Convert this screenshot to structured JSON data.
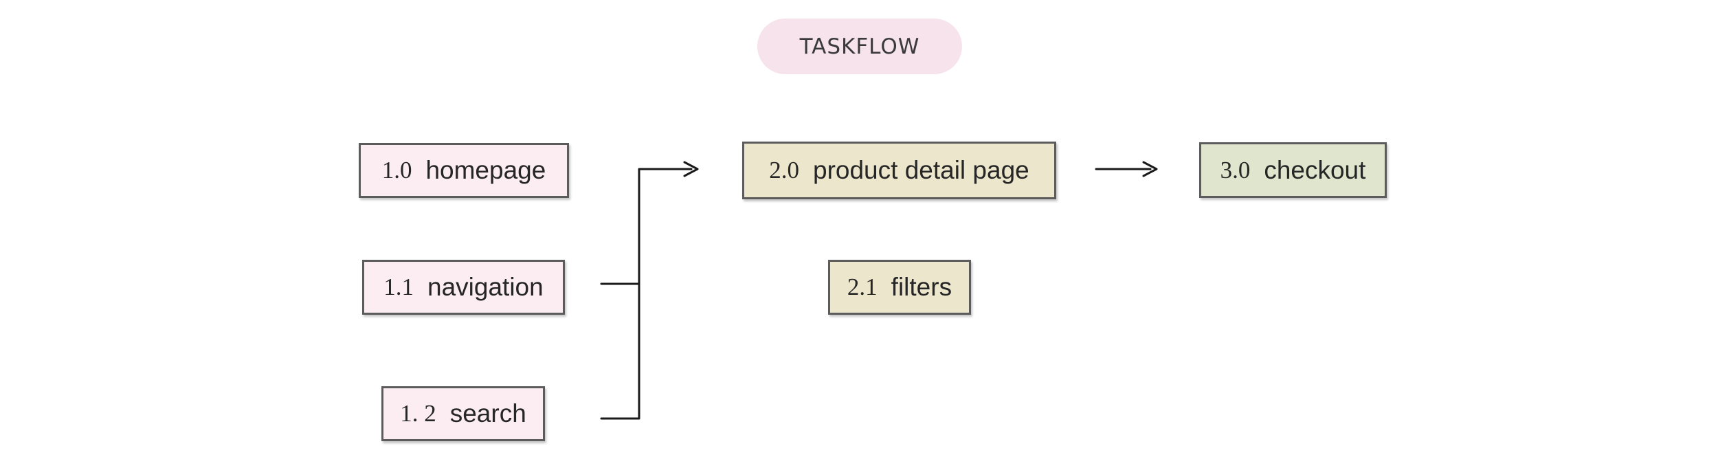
{
  "title": {
    "label": "TASKFLOW"
  },
  "diagram": {
    "nodes": [
      {
        "id": "homepage",
        "number": "1.0",
        "label": "homepage",
        "group": "pink"
      },
      {
        "id": "navigation",
        "number": "1.1",
        "label": "navigation",
        "group": "pink"
      },
      {
        "id": "search",
        "number": "1. 2",
        "label": "search",
        "group": "pink"
      },
      {
        "id": "product-detail-page",
        "number": "2.0",
        "label": "product detail page",
        "group": "tan"
      },
      {
        "id": "filters",
        "number": "2.1",
        "label": "filters",
        "group": "tan"
      },
      {
        "id": "checkout",
        "number": "3.0",
        "label": "checkout",
        "group": "green"
      }
    ],
    "connections": [
      {
        "from": "navigation",
        "to": "product detail page",
        "type": "arrow"
      },
      {
        "from": "search",
        "to": "product detail page",
        "type": "arrow"
      },
      {
        "from": "product detail page",
        "to": "checkout",
        "type": "arrow"
      }
    ]
  },
  "colors": {
    "pill-fill": "#f7e3ec",
    "pink-fill": "#fcedf3",
    "tan-fill": "#ece7cc",
    "green-fill": "#e0e6ce",
    "box-border": "#5c5c5c",
    "line-color": "#1a1a1a",
    "title-text": "#3a3a3a",
    "node-text": "#262626"
  }
}
